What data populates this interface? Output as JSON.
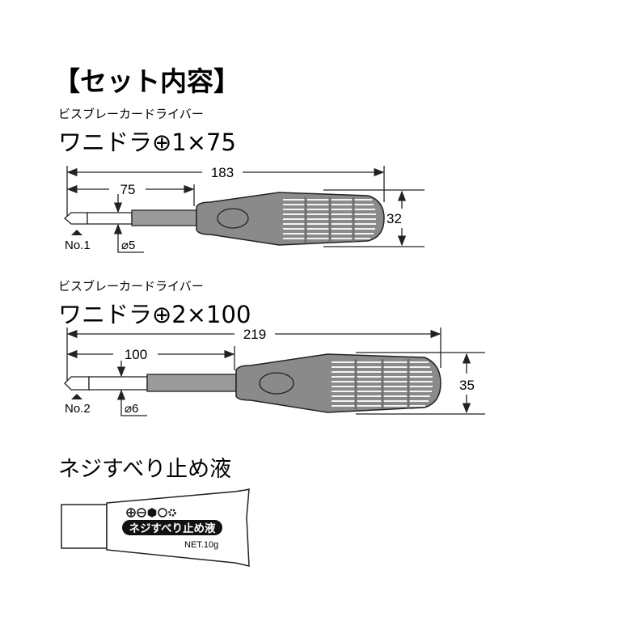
{
  "heading": "【セット内容】",
  "drivers": [
    {
      "category": "ビスブレーカードライバー",
      "model": "ワニドラ⊕1×75",
      "total_length": "183",
      "shaft_length": "75",
      "handle_diameter": "32",
      "tip_size": "No.1",
      "shaft_diameter": "⌀5"
    },
    {
      "category": "ビスブレーカードライバー",
      "model": "ワニドラ⊕2×100",
      "total_length": "219",
      "shaft_length": "100",
      "handle_diameter": "35",
      "tip_size": "No.2",
      "shaft_diameter": "⌀6"
    }
  ],
  "liquid": {
    "title": "ネジすべり止め液",
    "label": "ネジすべり止め液",
    "net": "NET.10g",
    "icons": [
      "phillips-icon",
      "slotted-icon",
      "hex-icon",
      "circle-icon",
      "torx-icon"
    ]
  },
  "colors": {
    "handle": "#8a8a8a",
    "grip": "#6f6f6f",
    "line": "#222222"
  }
}
